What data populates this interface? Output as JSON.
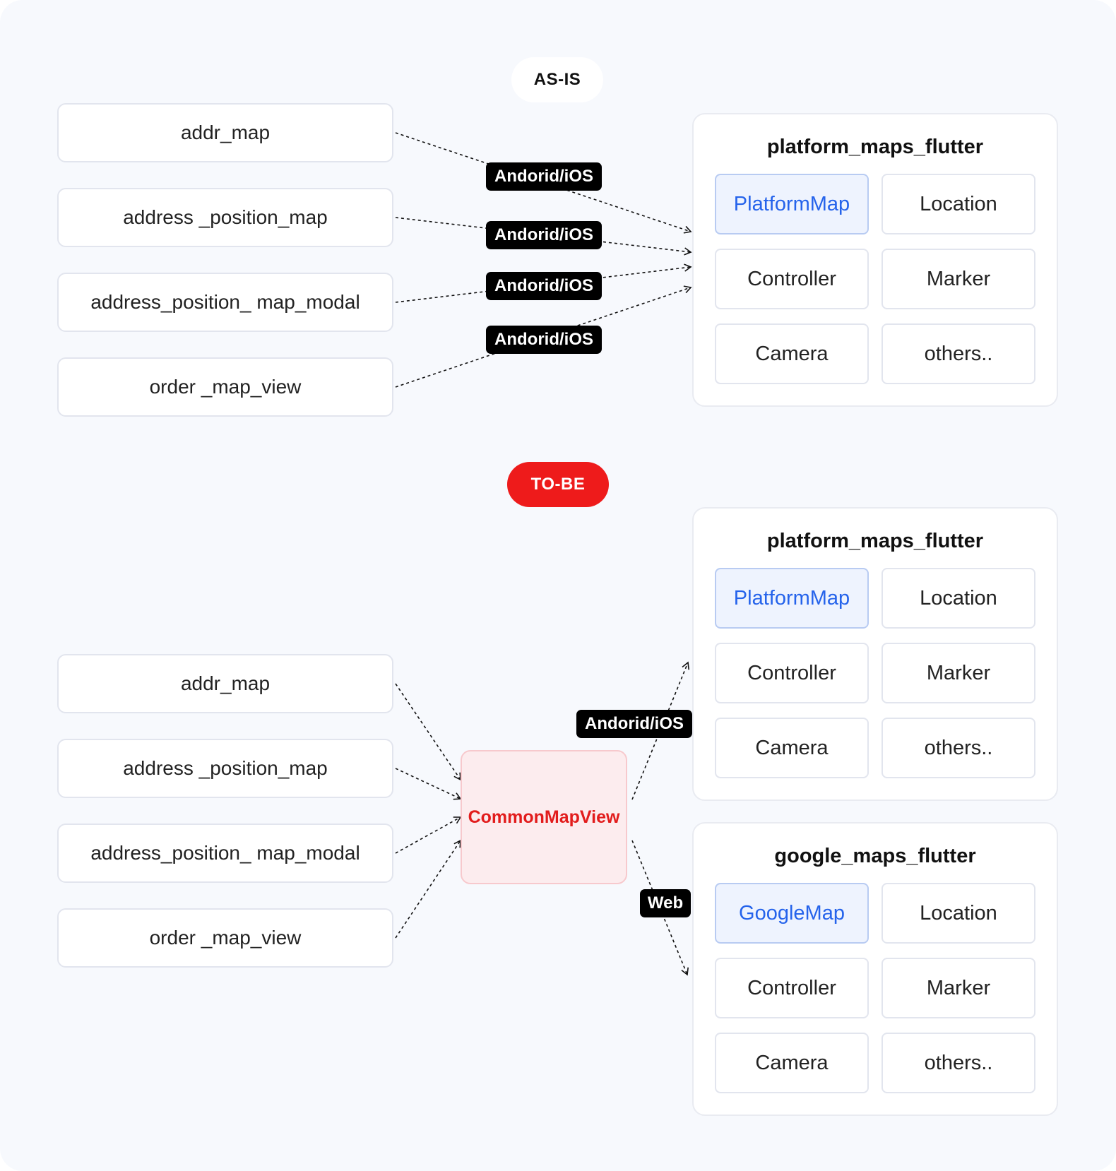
{
  "as_is": {
    "label": "AS-IS",
    "sources": [
      "addr_map",
      "address _position_map",
      "address_position_ map_modal",
      "order _map_view"
    ],
    "edge_labels": [
      "Andorid/iOS",
      "Andorid/iOS",
      "Andorid/iOS",
      "Andorid/iOS"
    ],
    "library": {
      "title": "platform_maps_flutter",
      "cells": [
        "PlatformMap",
        "Location",
        "Controller",
        "Marker",
        "Camera",
        "others.."
      ]
    }
  },
  "to_be": {
    "label": "TO-BE",
    "sources": [
      "addr_map",
      "address _position_map",
      "address_position_ map_modal",
      "order _map_view"
    ],
    "hub": "CommonMapView",
    "edge_labels": {
      "mobile": "Andorid/iOS",
      "web": "Web"
    },
    "libraries": [
      {
        "title": "platform_maps_flutter",
        "cells": [
          "PlatformMap",
          "Location",
          "Controller",
          "Marker",
          "Camera",
          "others.."
        ]
      },
      {
        "title": "google_maps_flutter",
        "cells": [
          "GoogleMap",
          "Location",
          "Controller",
          "Marker",
          "Camera",
          "others.."
        ]
      }
    ]
  },
  "colors": {
    "accent_red": "#ee1b1b",
    "highlight_blue": "#2563eb",
    "highlight_bg": "#eef3fe",
    "hub_bg": "#fcecee"
  }
}
